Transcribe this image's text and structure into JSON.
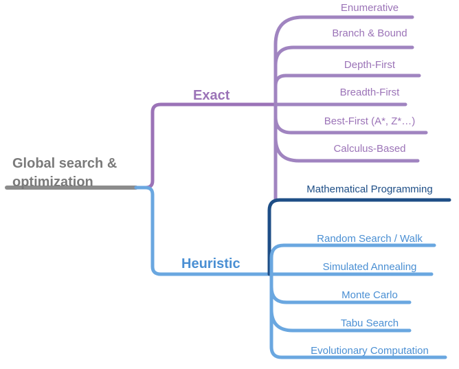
{
  "root": {
    "line1": "Global search &",
    "line2": "optimization"
  },
  "branches": {
    "exact": {
      "label": "Exact",
      "color": "#9b73b7",
      "children": [
        "Enumerative",
        "Branch & Bound",
        "Depth-First",
        "Breadth-First",
        "Best-First (A*, Z*…)",
        "Calculus-Based"
      ]
    },
    "math": {
      "label": "Mathematical Programming",
      "color": "#1e4e86"
    },
    "heuristic": {
      "label": "Heuristic",
      "color": "#4a8fd3",
      "children": [
        "Random Search / Walk",
        "Simulated Annealing",
        "Monte Carlo",
        "Tabu Search",
        "Evolutionary Computation"
      ]
    }
  },
  "colors": {
    "root": "#7a7a7a",
    "root_line": "#8c8c8c"
  }
}
